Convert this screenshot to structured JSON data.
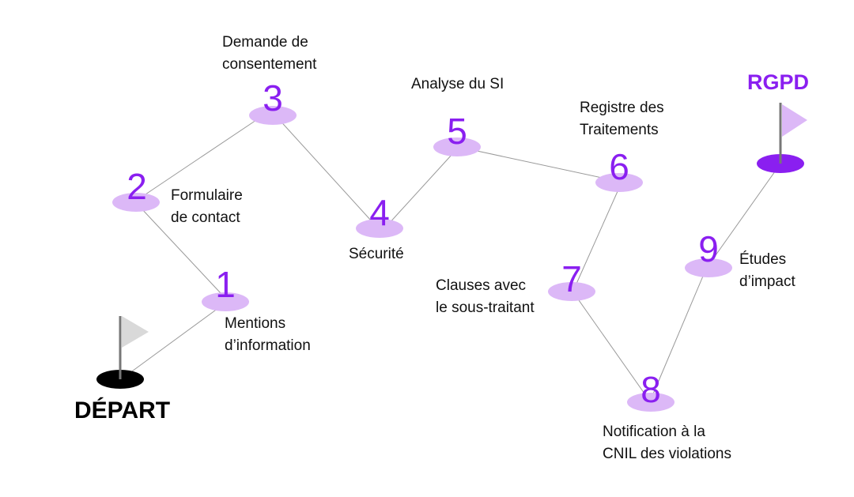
{
  "colors": {
    "accent": "#8a1ff0",
    "node_fill": "#dcb8f7",
    "end_hole": "#8a1ff0",
    "start_hole": "#000000",
    "edge": "#999999",
    "start_flag": "#d9d9d9",
    "end_flag": "#dcb8f7"
  },
  "start": {
    "label": "DÉPART",
    "icon": "flag-icon"
  },
  "end": {
    "label": "RGPD",
    "icon": "flag-icon"
  },
  "steps": [
    {
      "number": "1",
      "line1": "Mentions",
      "line2": "d’information"
    },
    {
      "number": "2",
      "line1": "Formulaire",
      "line2": "de contact"
    },
    {
      "number": "3",
      "line1": "Demande de",
      "line2": "consentement"
    },
    {
      "number": "4",
      "line1": "Sécurité",
      "line2": ""
    },
    {
      "number": "5",
      "line1": "Analyse du SI",
      "line2": ""
    },
    {
      "number": "6",
      "line1": "Registre des",
      "line2": "Traitements"
    },
    {
      "number": "7",
      "line1": "Clauses avec",
      "line2": "le sous-traitant"
    },
    {
      "number": "8",
      "line1": "Notification à la",
      "line2": "CNIL des violations"
    },
    {
      "number": "9",
      "line1": "Études",
      "line2": "d’impact"
    }
  ]
}
